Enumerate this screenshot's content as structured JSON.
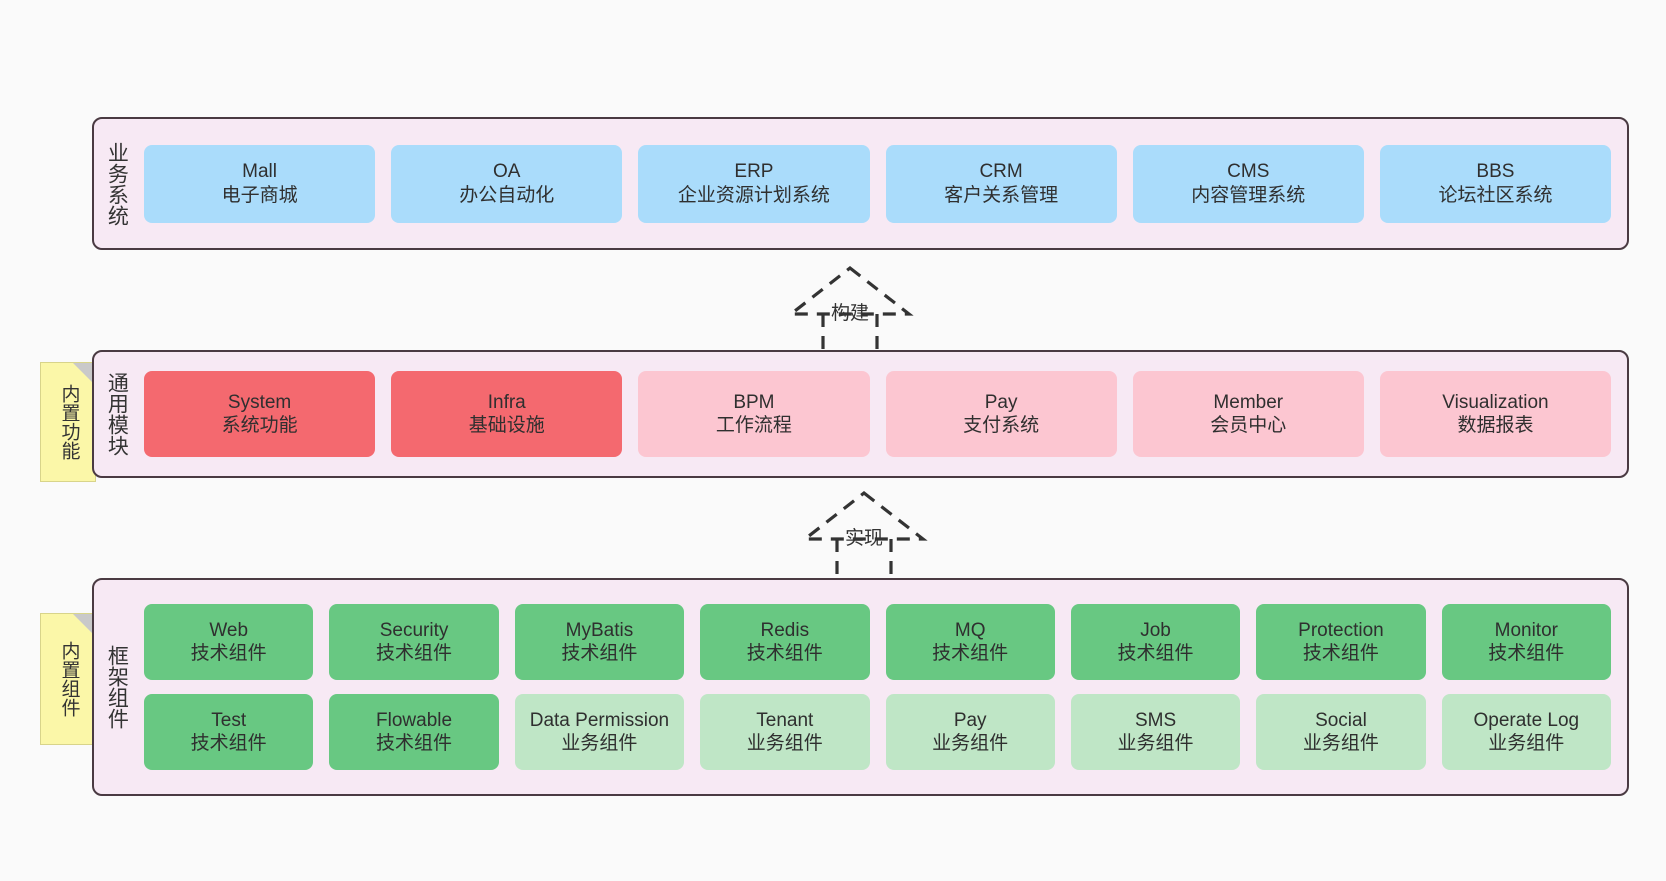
{
  "layers": {
    "business": {
      "title": "业务系统",
      "nodes": [
        {
          "en": "Mall",
          "cn": "电子商城"
        },
        {
          "en": "OA",
          "cn": "办公自动化"
        },
        {
          "en": "ERP",
          "cn": "企业资源计划系统"
        },
        {
          "en": "CRM",
          "cn": "客户关系管理"
        },
        {
          "en": "CMS",
          "cn": "内容管理系统"
        },
        {
          "en": "BBS",
          "cn": "论坛社区系统"
        }
      ]
    },
    "common": {
      "title": "通用模块",
      "note": "内置功能",
      "nodes": [
        {
          "en": "System",
          "cn": "系统功能",
          "tone": "red"
        },
        {
          "en": "Infra",
          "cn": "基础设施",
          "tone": "red"
        },
        {
          "en": "BPM",
          "cn": "工作流程",
          "tone": "pink"
        },
        {
          "en": "Pay",
          "cn": "支付系统",
          "tone": "pink"
        },
        {
          "en": "Member",
          "cn": "会员中心",
          "tone": "pink"
        },
        {
          "en": "Visualization",
          "cn": "数据报表",
          "tone": "pink"
        }
      ]
    },
    "framework": {
      "title": "框架组件",
      "note": "内置组件",
      "row1": [
        {
          "en": "Web",
          "cn": "技术组件"
        },
        {
          "en": "Security",
          "cn": "技术组件"
        },
        {
          "en": "MyBatis",
          "cn": "技术组件"
        },
        {
          "en": "Redis",
          "cn": "技术组件"
        },
        {
          "en": "MQ",
          "cn": "技术组件"
        },
        {
          "en": "Job",
          "cn": "技术组件"
        },
        {
          "en": "Protection",
          "cn": "技术组件"
        },
        {
          "en": "Monitor",
          "cn": "技术组件"
        }
      ],
      "row2": [
        {
          "en": "Test",
          "cn": "技术组件",
          "tone": "green"
        },
        {
          "en": "Flowable",
          "cn": "技术组件",
          "tone": "green"
        },
        {
          "en": "Data Permission",
          "cn": "业务组件",
          "tone": "lgreen"
        },
        {
          "en": "Tenant",
          "cn": "业务组件",
          "tone": "lgreen"
        },
        {
          "en": "Pay",
          "cn": "业务组件",
          "tone": "lgreen"
        },
        {
          "en": "SMS",
          "cn": "业务组件",
          "tone": "lgreen"
        },
        {
          "en": "Social",
          "cn": "业务组件",
          "tone": "lgreen"
        },
        {
          "en": "Operate Log",
          "cn": "业务组件",
          "tone": "lgreen"
        }
      ]
    }
  },
  "arrows": {
    "build": "构建",
    "implement": "实现"
  },
  "colors": {
    "canvas_bg": "#fafafa",
    "layer_bg": "#f7e9f4",
    "layer_border": "#4a3a42",
    "blue": "#aadcfb",
    "red": "#f4696f",
    "pink": "#fcc6d1",
    "green": "#68c882",
    "light_green": "#bfe6c6",
    "note_yellow": "#fbf7a8",
    "note_fold": "#c9c9c9",
    "arrow_stroke": "#333333"
  }
}
